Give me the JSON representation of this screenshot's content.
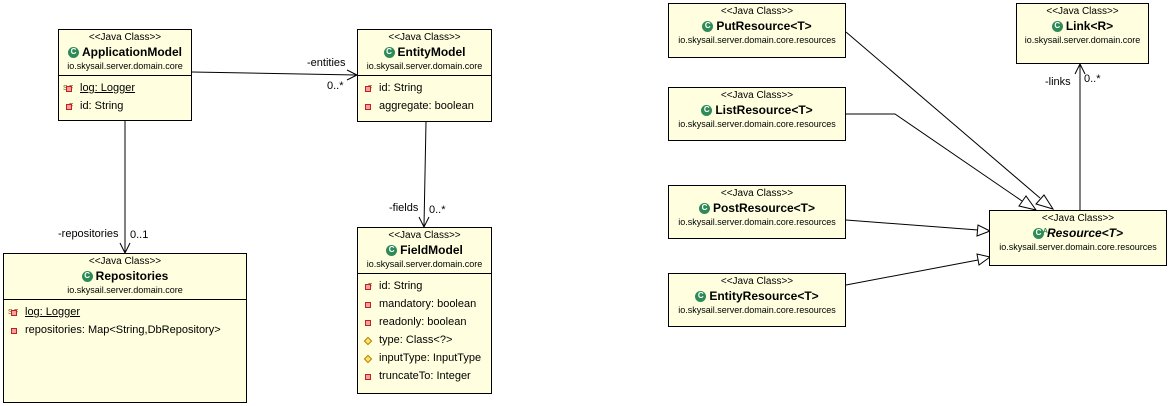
{
  "stereotype": "<<Java Class>>",
  "classes": {
    "application_model": {
      "name": "ApplicationModel",
      "package": "io.skysail.server.domain.core",
      "fields": [
        {
          "text": "log: Logger"
        },
        {
          "text": "id: String"
        }
      ]
    },
    "entity_model": {
      "name": "EntityModel",
      "package": "io.skysail.server.domain.core",
      "fields": [
        {
          "text": "id: String"
        },
        {
          "text": "aggregate: boolean"
        }
      ]
    },
    "field_model": {
      "name": "FieldModel",
      "package": "io.skysail.server.domain.core",
      "fields": [
        {
          "text": "id: String"
        },
        {
          "text": "mandatory: boolean"
        },
        {
          "text": "readonly: boolean"
        },
        {
          "text": "type: Class<?>"
        },
        {
          "text": "inputType: InputType"
        },
        {
          "text": "truncateTo: Integer"
        }
      ]
    },
    "repositories": {
      "name": "Repositories",
      "package": "io.skysail.server.domain.core",
      "fields": [
        {
          "text": "log: Logger"
        },
        {
          "text": "repositories: Map<String,DbRepository>"
        }
      ]
    },
    "put_resource": {
      "name": "PutResource<T>",
      "package": "io.skysail.server.domain.core.resources"
    },
    "list_resource": {
      "name": "ListResource<T>",
      "package": "io.skysail.server.domain.core.resources"
    },
    "post_resource": {
      "name": "PostResource<T>",
      "package": "io.skysail.server.domain.core.resources"
    },
    "entity_resource": {
      "name": "EntityResource<T>",
      "package": "io.skysail.server.domain.core.resources"
    },
    "link": {
      "name": "Link<R>",
      "package": "io.skysail.server.domain.core"
    },
    "resource": {
      "name": "Resource<T>",
      "package": "io.skysail.server.domain.core.resources"
    }
  },
  "associations": {
    "entities": {
      "role": "-entities",
      "multiplicity": "0..*"
    },
    "fields": {
      "role": "-fields",
      "multiplicity": "0..*"
    },
    "repositories": {
      "role": "-repositories",
      "multiplicity": "0..1"
    },
    "links": {
      "role": "-links",
      "multiplicity": "0..*"
    }
  },
  "icons": {
    "class": "class-icon",
    "abstract_class": "abstract-class-icon",
    "private_field": "private-field-icon",
    "protected_field": "protected-field-icon",
    "static_final": "static-final-icon",
    "final": "final-icon"
  }
}
